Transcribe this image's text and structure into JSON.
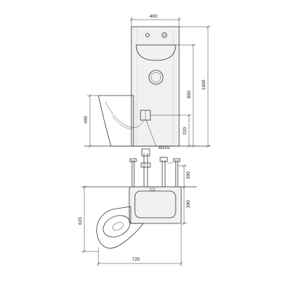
{
  "dimensions": {
    "top_width": "400",
    "height_total": "1000",
    "height_panel": "850",
    "height_bowl": "400",
    "height_outlet": "220",
    "outlet_diameter": "Ø102",
    "plan_depth_upper": "200",
    "plan_depth_lower": "290",
    "plan_total_depth": "615",
    "plan_total_width": "725"
  }
}
